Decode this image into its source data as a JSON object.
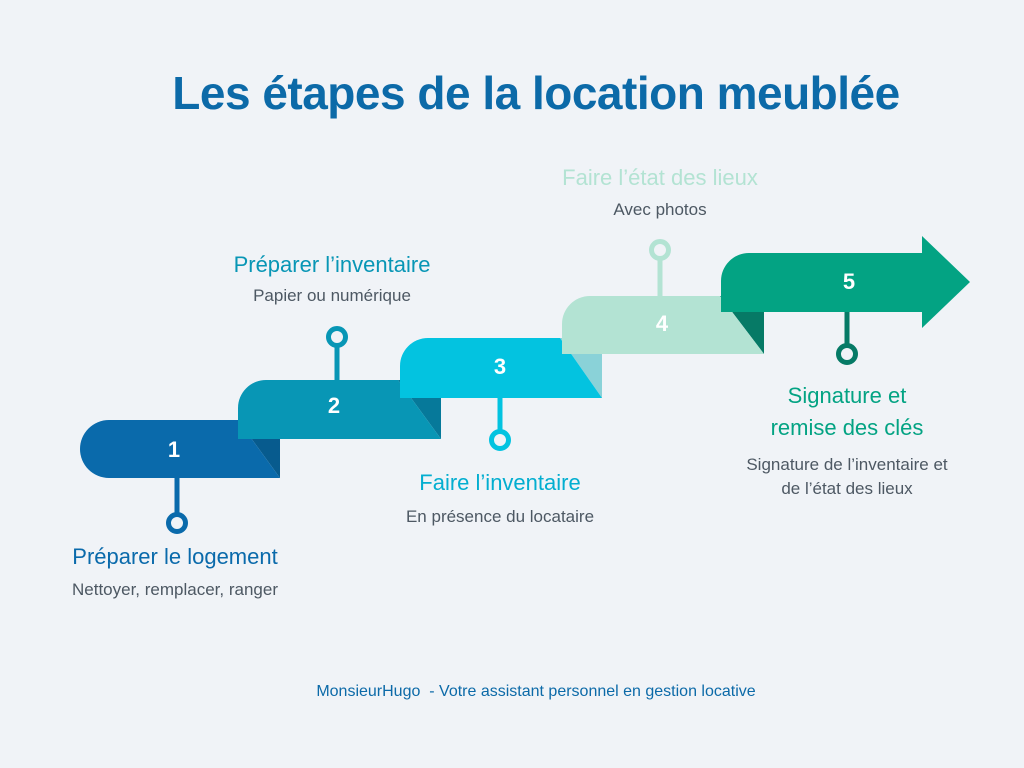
{
  "title": "Les étapes de la location meublée",
  "steps": [
    {
      "number": "1",
      "label": "Préparer le logement",
      "sub": "Nettoyer, remplacer, ranger",
      "color": "#0a6aab"
    },
    {
      "number": "2",
      "label": "Préparer l’inventaire",
      "sub": "Papier ou numérique",
      "color": "#0896b5"
    },
    {
      "number": "3",
      "label": "Faire l’inventaire",
      "sub": "En présence du locataire",
      "color": "#03c3e0"
    },
    {
      "number": "4",
      "label": "Faire l’état des lieux",
      "sub": "Avec photos",
      "color": "#b3e3d3"
    },
    {
      "number": "5",
      "label_line1": "Signature et",
      "label_line2": "remise des clés",
      "sub_line1": "Signature de l’inventaire et",
      "sub_line2": "de l’état des lieux",
      "color": "#03a383"
    }
  ],
  "footer": "MonsieurHugo  - Votre assistant personnel en gestion locative"
}
